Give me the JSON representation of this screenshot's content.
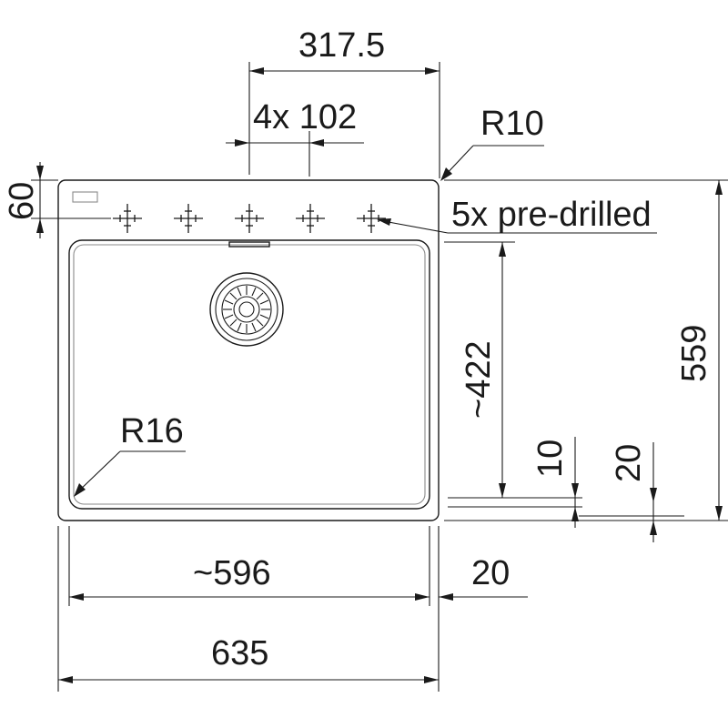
{
  "labels": {
    "top_width": "317.5",
    "hole_spacing": "4x 102",
    "corner_radius_outer": "R10",
    "deck_offset": "60",
    "predrilled": "5x pre-drilled",
    "overall_depth": "559",
    "bowl_depth": "~422",
    "rim_10": "10",
    "rim_20": "20",
    "bowl_radius": "R16",
    "bowl_width": "~596",
    "side_margin": "20",
    "overall_width": "635"
  },
  "predrilled_hole_count": 5
}
